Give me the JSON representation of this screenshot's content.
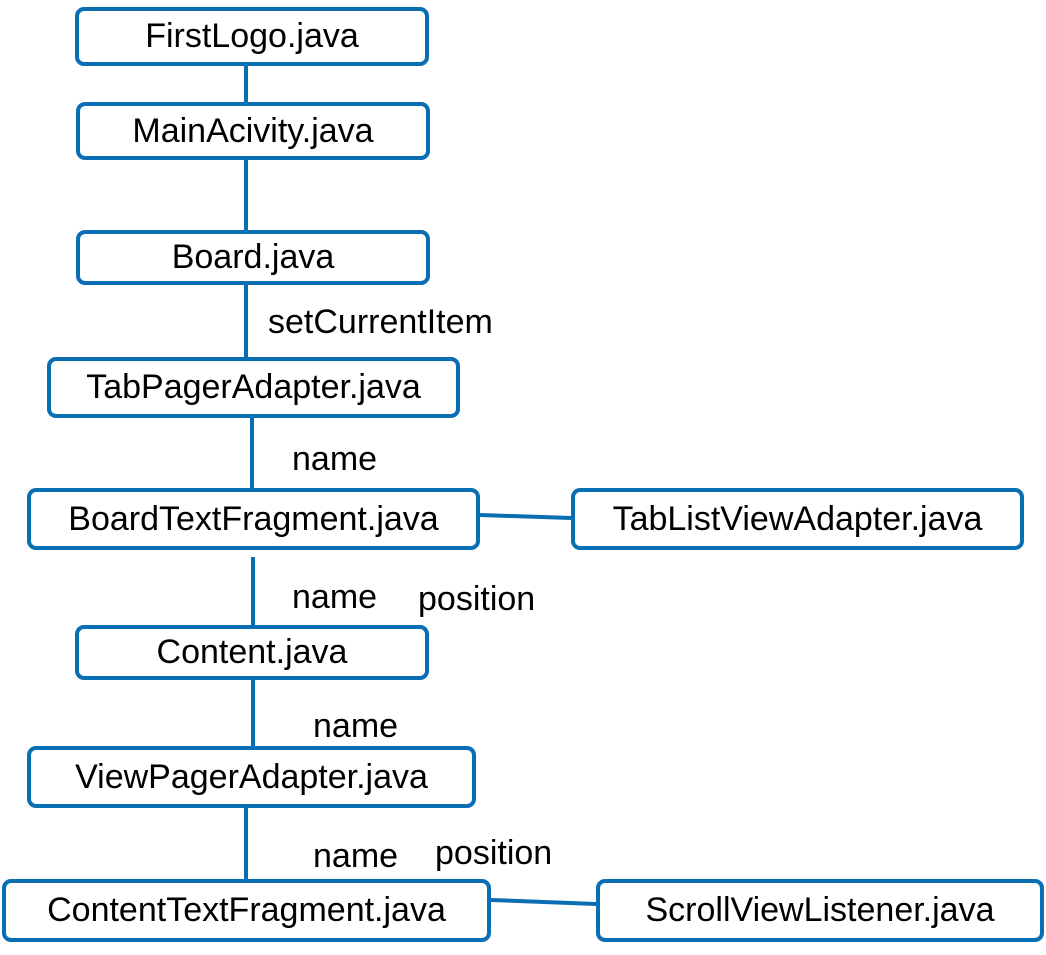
{
  "nodes": {
    "first_logo": "FirstLogo.java",
    "main_activity": "MainAcivity.java",
    "board": "Board.java",
    "tab_pager_adapter": "TabPagerAdapter.java",
    "board_text_fragment": "BoardTextFragment.java",
    "tab_list_view_adapter": "TabListViewAdapter.java",
    "content": "Content.java",
    "view_pager_adapter": "ViewPagerAdapter.java",
    "content_text_fragment": "ContentTextFragment.java",
    "scroll_view_listener": "ScrollViewListener.java"
  },
  "edge_labels": {
    "board_to_tabpager": "setCurrentItem",
    "tabpager_to_boardtext": "name",
    "boardtext_to_content_name": "name",
    "boardtext_to_content_position": "position",
    "content_to_viewpager": "name",
    "viewpager_to_contenttext_name": "name",
    "viewpager_to_contenttext_position": "position"
  },
  "colors": {
    "stroke": "#0a6eb5",
    "text": "#000000",
    "background": "#ffffff"
  }
}
